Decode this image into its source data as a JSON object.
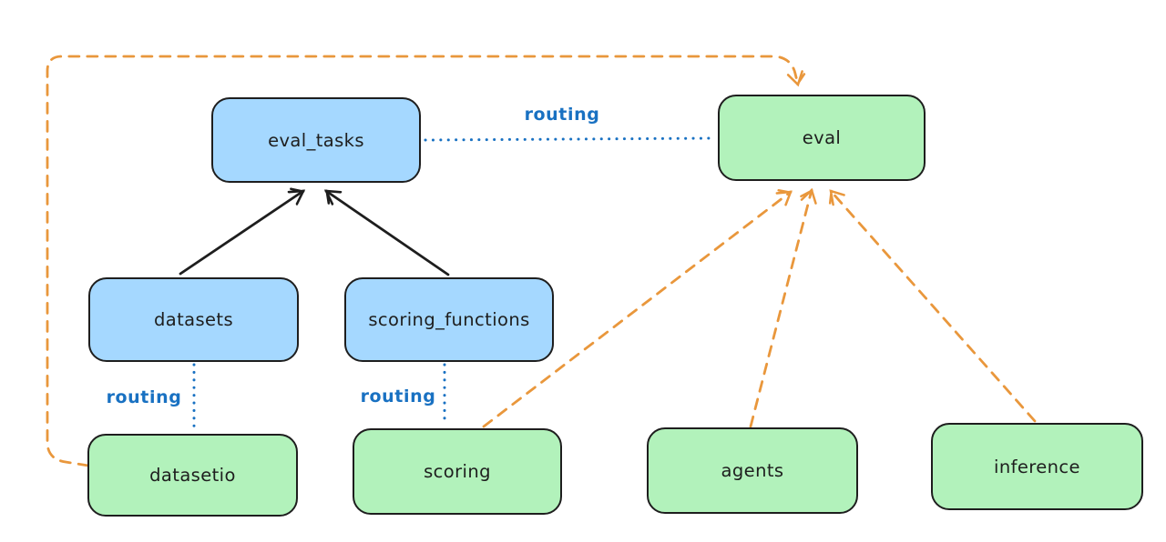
{
  "diagram": {
    "type": "architecture-diagram",
    "background_color": "#ffffff",
    "colors": {
      "api_box_fill": "#a5d8ff",
      "provider_box_fill": "#b2f2bb",
      "box_stroke": "#1e1e1e",
      "solid_arrow": "#1e1e1e",
      "routing_line": "#1971c2",
      "provider_arrow": "#e9973c"
    },
    "nodes": [
      {
        "id": "eval_tasks",
        "label": "eval_tasks",
        "fill": "blue"
      },
      {
        "id": "eval",
        "label": "eval",
        "fill": "green"
      },
      {
        "id": "datasets",
        "label": "datasets",
        "fill": "blue"
      },
      {
        "id": "scoring_functions",
        "label": "scoring_functions",
        "fill": "blue"
      },
      {
        "id": "datasetio",
        "label": "datasetio",
        "fill": "green"
      },
      {
        "id": "scoring",
        "label": "scoring",
        "fill": "green"
      },
      {
        "id": "agents",
        "label": "agents",
        "fill": "green"
      },
      {
        "id": "inference",
        "label": "inference",
        "fill": "green"
      }
    ],
    "edges": [
      {
        "from": "datasets",
        "to": "eval_tasks",
        "style": "solid-arrow",
        "color": "#1e1e1e",
        "label": ""
      },
      {
        "from": "scoring_functions",
        "to": "eval_tasks",
        "style": "solid-arrow",
        "color": "#1e1e1e",
        "label": ""
      },
      {
        "from": "eval_tasks",
        "to": "eval",
        "style": "dotted",
        "color": "#1971c2",
        "label": "routing"
      },
      {
        "from": "datasets",
        "to": "datasetio",
        "style": "dotted",
        "color": "#1971c2",
        "label": "routing"
      },
      {
        "from": "scoring_functions",
        "to": "scoring",
        "style": "dotted",
        "color": "#1971c2",
        "label": "routing"
      },
      {
        "from": "datasetio",
        "to": "eval",
        "style": "dashed-arrow",
        "color": "#e9973c",
        "label": ""
      },
      {
        "from": "scoring",
        "to": "eval",
        "style": "dashed-arrow",
        "color": "#e9973c",
        "label": ""
      },
      {
        "from": "agents",
        "to": "eval",
        "style": "dashed-arrow",
        "color": "#e9973c",
        "label": ""
      },
      {
        "from": "inference",
        "to": "eval",
        "style": "dashed-arrow",
        "color": "#e9973c",
        "label": ""
      }
    ]
  }
}
